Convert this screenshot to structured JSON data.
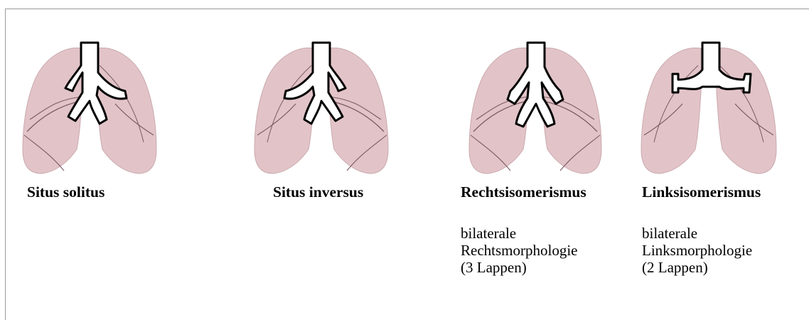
{
  "panels": [
    {
      "title": "Situs solitus",
      "desc": []
    },
    {
      "title": "Situs inversus",
      "desc": []
    },
    {
      "title": "Rechtsisomerismus",
      "desc": [
        "bilaterale",
        "Rechtsmorphologie",
        "(3 Lappen)"
      ]
    },
    {
      "title": "Linksisomerismus",
      "desc": [
        "bilaterale",
        "Linksmorphologie",
        "(2 Lappen)"
      ]
    }
  ],
  "colors": {
    "lung_fill": "#e2c4c8",
    "lung_stroke": "#7b5a62",
    "airway_fill": "#ffffff",
    "airway_stroke": "#000000"
  }
}
